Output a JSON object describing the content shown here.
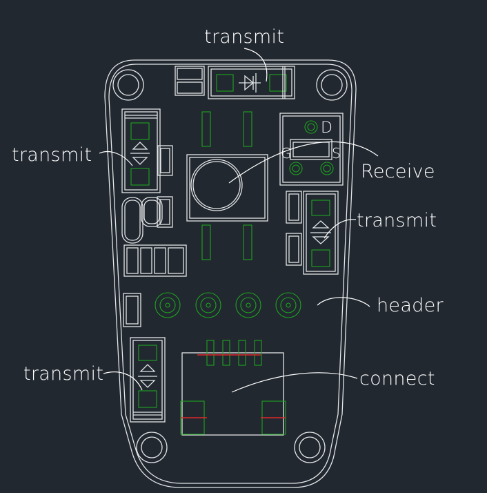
{
  "labels": {
    "transmit_top": "transmit",
    "transmit_left": "transmit",
    "receive": "Receive",
    "transmit_right": "transmit",
    "header": "header",
    "transmit_bottom": "transmit",
    "connect": "connect"
  },
  "pin_labels": {
    "d": "D",
    "g": "G",
    "s": "S"
  },
  "colors": {
    "background": "#212830",
    "outline": "#e4e6e8",
    "pad": "#1ea51e",
    "marker": "#e02828",
    "text": "#ffffff"
  }
}
